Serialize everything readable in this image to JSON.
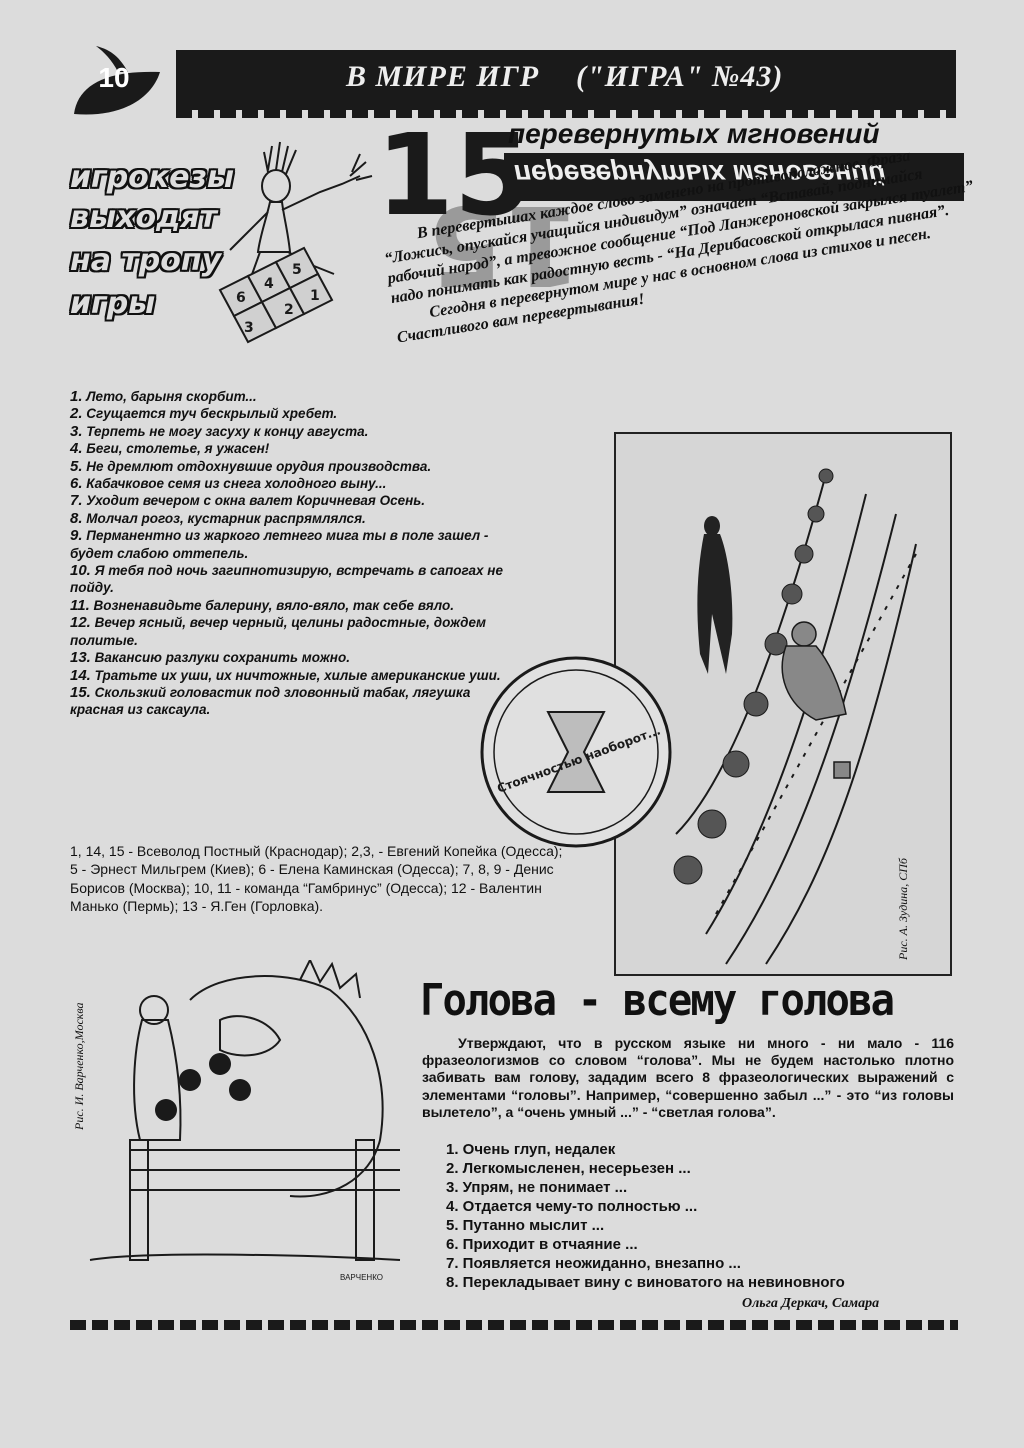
{
  "header": {
    "page_number": "10",
    "rubric": "В МИРЕ ИГР",
    "issue": "(\"ИГРА\" №43)"
  },
  "badge": {
    "line1": "игрокезы",
    "line2": "выходят",
    "line3": "на тропу",
    "line4": "игры",
    "hopscotch_numbers": [
      "6",
      "3",
      "4",
      "5",
      "2",
      "1"
    ]
  },
  "article1": {
    "big_number": "15",
    "title": "перевернутых мгновений",
    "title_mirrored": "перевернутых мгновений",
    "ghost_number": "15",
    "intro": "В перевертышах каждое слово заменено на противоположное. Фраза “Ложись, опускайся учащийся индивидум” означает “Вставай, поднимайся рабочий народ”, а тревожное сообщение “Под Ланжероновской закрылся туалет” надо понимать как радостную весть - “На Дерибасовской открылася пивная”.",
    "intro2": "Сегодня в перевернутом мире у нас в основном слова из стихов и песен. Счастливого вам перевертывания!",
    "answers": [
      {
        "num": "1.",
        "text": "Лето, барыня скорбит..."
      },
      {
        "num": "2.",
        "text": "Сгущается туч бескрылый хребет."
      },
      {
        "num": "3.",
        "text": "Терпеть не могу засуху к концу августа."
      },
      {
        "num": "4.",
        "text": "Беги, столетье, я ужасен!"
      },
      {
        "num": "5.",
        "text": "Не дремлют отдохнувшие орудия производства."
      },
      {
        "num": "6.",
        "text": "Кабачковое семя из снега холодного выну..."
      },
      {
        "num": "7.",
        "text": "Уходит вечером с окна валет Коричневая Осень."
      },
      {
        "num": "8.",
        "text": "Молчал рогоз, кустарник распрямлялся."
      },
      {
        "num": "9.",
        "text": "Перманентно из жаркого летнего мига ты в поле зашел - будет слабою оттепель."
      },
      {
        "num": "10.",
        "text": "Я тебя под ночь загипнотизирую, встречать в сапогах не пойду."
      },
      {
        "num": "11.",
        "text": "Возненавидьте балерину, вяло-вяло, так себе вяло."
      },
      {
        "num": "12.",
        "text": "Вечер ясный, вечер черный, целины радостные, дождем политые."
      },
      {
        "num": "13.",
        "text": "Вакансию разлуки сохранить можно."
      },
      {
        "num": "14.",
        "text": "Тратьте их уши, их ничтожные, хилые американские уши."
      },
      {
        "num": "15.",
        "text": "Скользкий головастик под зловонный табак, лягушка красная из саксаула."
      }
    ],
    "credits": "1, 14, 15 - Всеволод Постный (Краснодар); 2,3, - Евгений Копейка (Одесса); 5 - Эрнест Мильгрем (Киев); 6 - Елена Каминская (Одесса); 7, 8, 9 - Денис Борисов (Москва); 10, 11 - команда “Гамбринус” (Одесса); 12 - Валентин Манько (Пермь); 13 - Я.Ген (Горловка)."
  },
  "illustrations": {
    "escalator_credit": "Рис. А. Зудина, СПб",
    "stamp_text": "Стоячностью наоборот...",
    "boxing_credit": "Рис. И. Варченко,Москва",
    "boxing_signature": "ВАРЧЕНКО"
  },
  "article2": {
    "title": "Голова - всему голова",
    "intro": "Утверждают, что в русском языке ни много - ни мало - 116 фразеологизмов со словом “голова”. Мы не будем настолько плотно забивать вам голову, зададим всего 8 фразеологических выражений с элементами “головы”. Например, “совершенно забыл ...” - это “из головы вылетело”, а “очень умный ...” - “светлая голова”.",
    "questions": [
      "1. Очень глуп, недалек",
      "2. Легкомысленен, несерьезен ...",
      "3. Упрям, не понимает ...",
      "4. Отдается чему-то полностью ...",
      "5. Путанно мыслит ...",
      "6. Приходит в отчаяние ...",
      "7. Появляется неожиданно, внезапно ...",
      "8. Перекладывает вину с виноватого на невиновного"
    ],
    "signature": "Ольга Деркач, Самара"
  }
}
